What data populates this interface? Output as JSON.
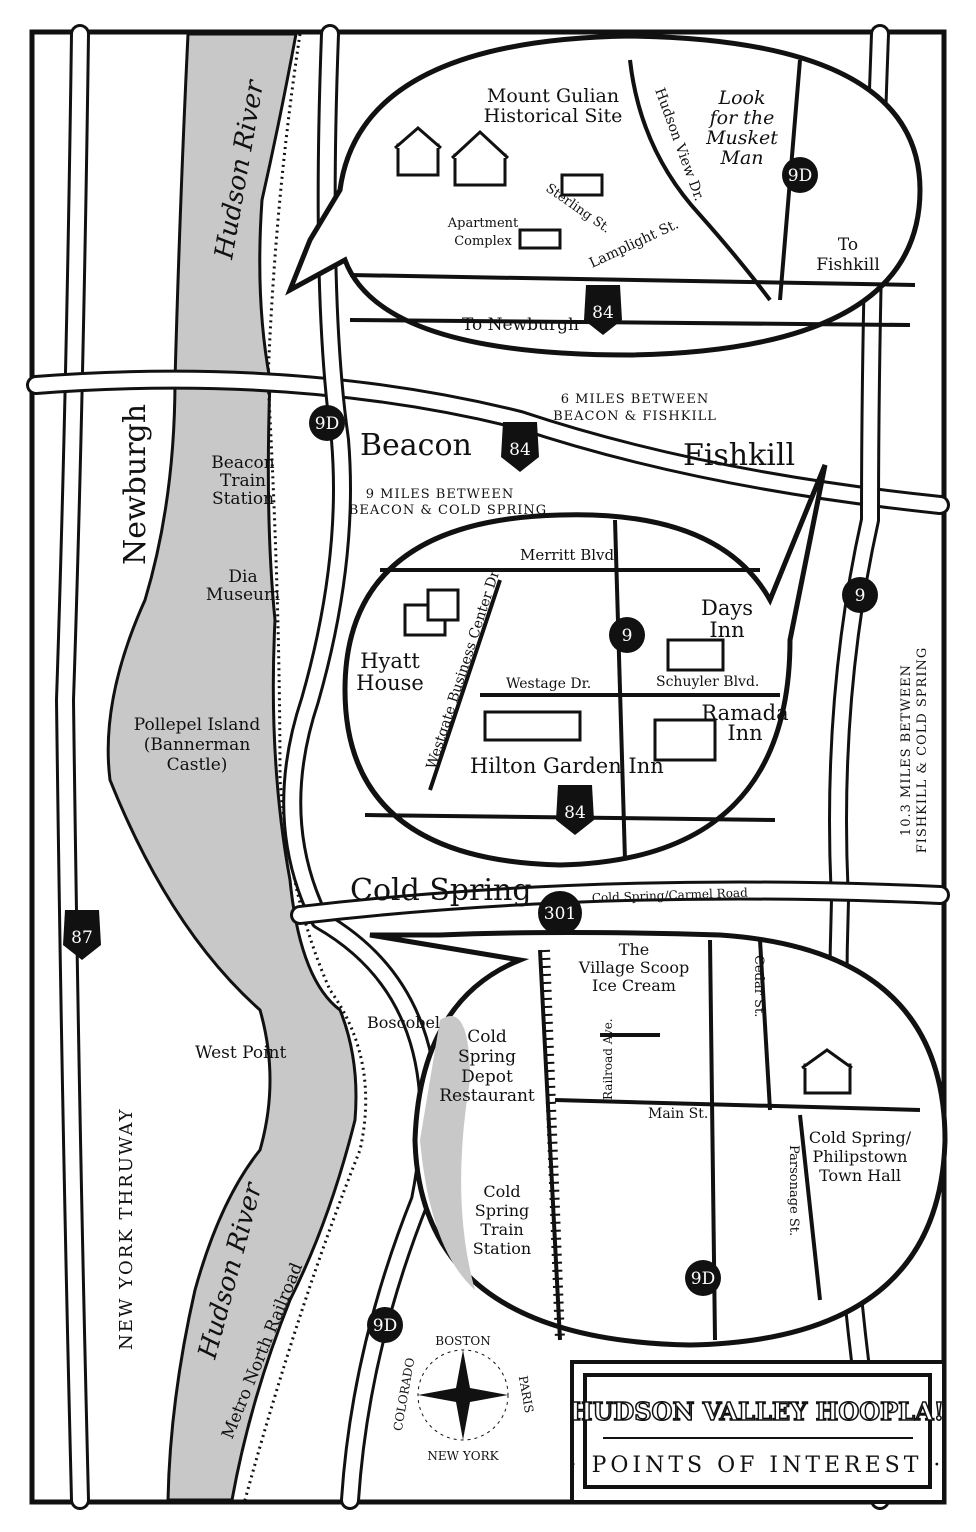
{
  "colors": {
    "ink": "#111111",
    "river": "#c8c8c8",
    "paper": "#ffffff"
  },
  "labels": {
    "hudson_river_top": "Hudson River",
    "hudson_river_bottom": "Hudson River",
    "newburgh": "Newburgh",
    "beacon": "Beacon",
    "fishkill": "Fishkill",
    "cold_spring": "Cold Spring",
    "beacon_train_station": [
      "Beacon",
      "Train",
      "Station"
    ],
    "dia_museum": [
      "Dia",
      "Museum"
    ],
    "pollepel": [
      "Pollepel Island",
      "(Bannerman",
      "Castle)"
    ],
    "west_point": "West Point",
    "boscobel": "Boscobel",
    "ny_thruway": "NEW YORK THRUWAY",
    "metro_north": "Metro North Railroad",
    "six_miles": [
      "6 MILES BETWEEN",
      "BEACON & FISHKILL"
    ],
    "nine_miles": [
      "9 MILES BETWEEN",
      "BEACON & COLD SPRING"
    ],
    "ten_miles": [
      "10.3 MILES BETWEEN",
      "FISHKILL & COLD SPRING"
    ],
    "cold_spring_carmel": "Cold Spring/Carmel Road"
  },
  "top_inset": {
    "mount_gulian": [
      "Mount Gulian",
      "Historical Site"
    ],
    "apartment_complex": [
      "Apartment",
      "Complex"
    ],
    "sterling_st": "Sterling St.",
    "lamplight_st": "Lamplight St.",
    "hudson_view_dr": "Hudson View Dr.",
    "musket_man": [
      "Look",
      "for the",
      "Musket",
      "Man"
    ],
    "to_fishkill": [
      "To",
      "Fishkill"
    ],
    "to_newburgh": "To Newburgh"
  },
  "middle_inset": {
    "merritt_blvd": "Merritt Blvd.",
    "westage_dr": "Westage Dr.",
    "schuyler_blvd": "Schuyler Blvd.",
    "westgate": "Westgate Business Center Dr.",
    "hyatt_house": [
      "Hyatt",
      "House"
    ],
    "days_inn": [
      "Days",
      "Inn"
    ],
    "ramada_inn": [
      "Ramada",
      "Inn"
    ],
    "hilton_garden_inn": "Hilton Garden Inn"
  },
  "bottom_inset": {
    "village_scoop": [
      "The",
      "Village Scoop",
      "Ice Cream"
    ],
    "depot_restaurant": [
      "Cold",
      "Spring",
      "Depot",
      "Restaurant"
    ],
    "railroad_ave": "Railroad Ave.",
    "main_st": "Main St.",
    "cedar_st": "Cedar St.",
    "parsonage_st": "Parsonage St.",
    "town_hall": [
      "Cold Spring/",
      "Philipstown",
      "Town Hall"
    ],
    "train_station": [
      "Cold",
      "Spring",
      "Train",
      "Station"
    ]
  },
  "shields": {
    "r9d": "9D",
    "i84": "84",
    "r9": "9",
    "i87": "87",
    "r301": "301"
  },
  "compass": {
    "north": "BOSTON",
    "east": "PARIS",
    "south": "NEW YORK",
    "west": "COLORADO"
  },
  "title": {
    "main": "HUDSON VALLEY HOOPLA!",
    "sub": "· POINTS OF INTEREST ·"
  }
}
